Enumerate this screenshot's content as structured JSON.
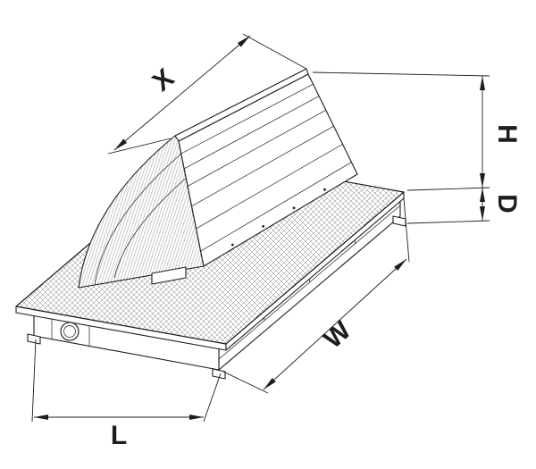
{
  "dimensions": {
    "x": {
      "label": "X"
    },
    "h": {
      "label": "H"
    },
    "d": {
      "label": "D"
    },
    "w": {
      "label": "W"
    },
    "l": {
      "label": "L"
    }
  },
  "colors": {
    "line": "#1d1d1d",
    "background": "#ffffff"
  }
}
